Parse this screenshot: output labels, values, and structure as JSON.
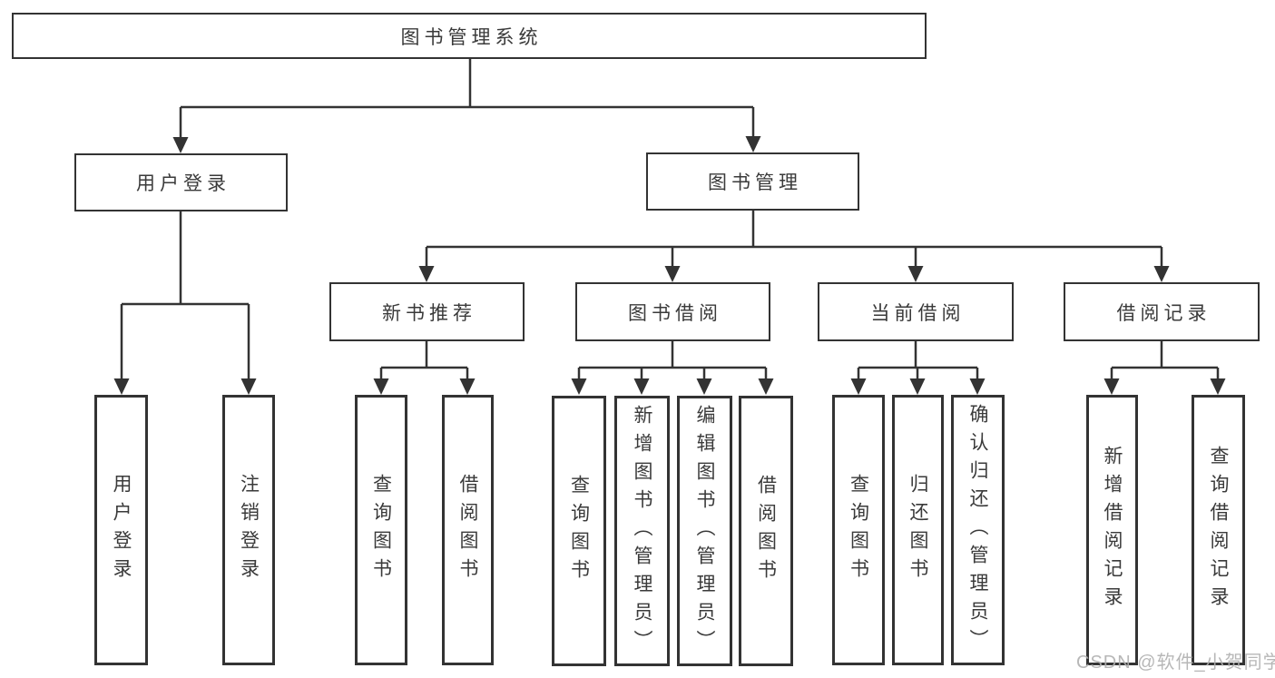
{
  "diagram": {
    "root": "图书管理系统",
    "level2": {
      "userLogin": "用户登录",
      "bookMgmt": "图书管理"
    },
    "level3": {
      "newBooks": "新书推荐",
      "bookBorrow": "图书借阅",
      "currentBorrow": "当前借阅",
      "borrowRecords": "借阅记录"
    },
    "leaves": {
      "userLogin": "用户登录",
      "logout": "注销登录",
      "nbQuery": "查询图书",
      "nbBorrow": "借阅图书",
      "bbQuery": "查询图书",
      "bbAdd": "新增图书（管理员）",
      "bbEdit": "编辑图书（管理员）",
      "bbBorrow": "借阅图书",
      "cbQuery": "查询图书",
      "cbReturn": "归还图书",
      "cbConfirm": "确认归还（管理员）",
      "brAdd": "新增借阅记录",
      "brQuery": "查询借阅记录"
    },
    "colors": {
      "line": "#333333",
      "text": "#3a3a3a",
      "watermark": "#b0b0b0"
    }
  },
  "watermark": "CSDN @软件_小贺同学"
}
